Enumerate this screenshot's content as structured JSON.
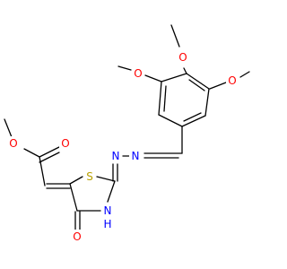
{
  "molecule": {
    "atoms": {
      "O_a": "O",
      "O_b": "O",
      "O_c": "O",
      "N_1": "N",
      "N_2": "N",
      "O_ester_single": "O",
      "O_ester_double": "O",
      "S_ring": "S",
      "NH_ring": "N",
      "H_ring": "H",
      "O_keto": "O"
    },
    "colors": {
      "oxygen": "#ff0000",
      "nitrogen": "#0000ff",
      "sulfur": "#b8a000",
      "bond": "#000000"
    }
  }
}
